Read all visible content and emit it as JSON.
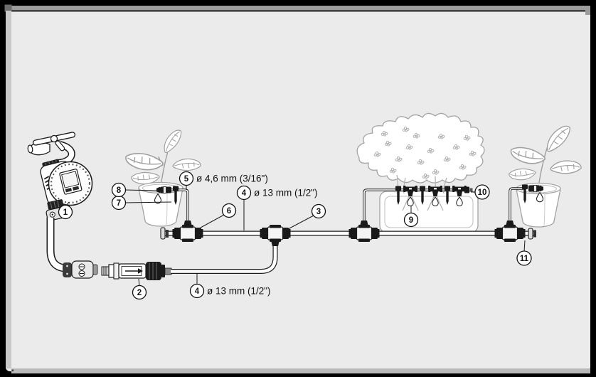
{
  "figure": {
    "type": "irrigation-assembly-diagram",
    "background_color": "#ebebeb",
    "frame_color": "#000000",
    "line_color": "#1a1a1a",
    "soft_line_color": "#a3a3a3"
  },
  "labels": {
    "tube_46_mm": "ø 4,6 mm (3/16\")",
    "tube_13_mm_top": "ø 13 mm (1/2\")",
    "tube_13_mm_bottom": "ø 13 mm (1/2\")"
  },
  "callouts": {
    "c1": "1",
    "c2": "2",
    "c3": "3",
    "c4": "4",
    "c5": "5",
    "c6": "6",
    "c7": "7",
    "c8": "8",
    "c9": "9",
    "c10": "10",
    "c11": "11"
  }
}
